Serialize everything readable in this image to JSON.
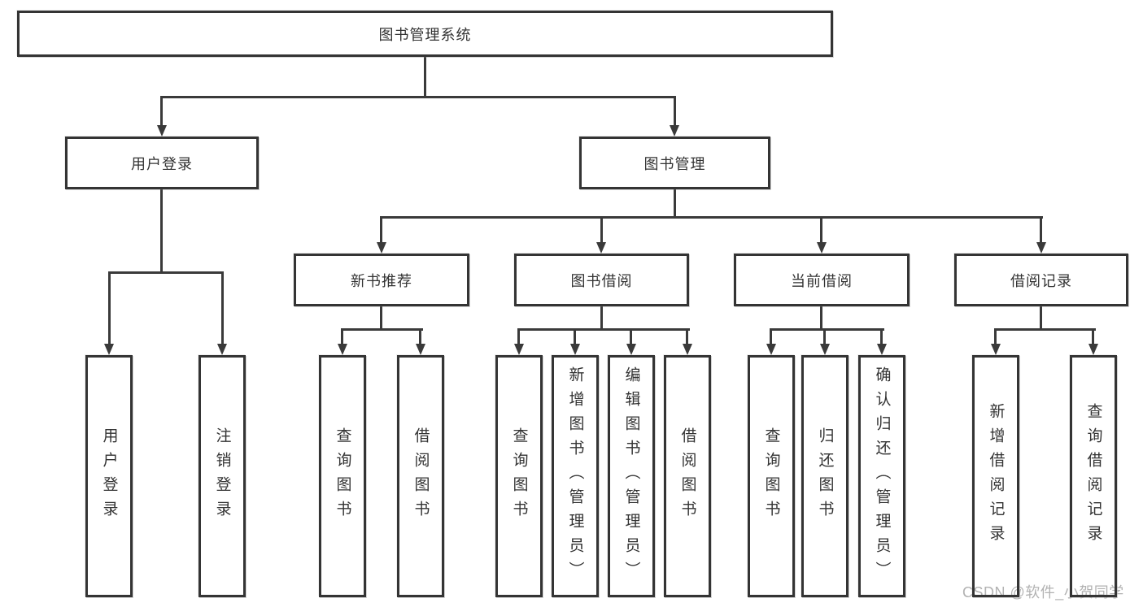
{
  "tree": {
    "root": {
      "label": "图书管理系统"
    },
    "level2": [
      {
        "label": "用户登录",
        "children": [
          {
            "label": "用户登录"
          },
          {
            "label": "注销登录"
          }
        ]
      },
      {
        "label": "图书管理",
        "children": [
          {
            "label": "新书推荐",
            "children": [
              {
                "label": "查询图书"
              },
              {
                "label": "借阅图书"
              }
            ]
          },
          {
            "label": "图书借阅",
            "children": [
              {
                "label": "查询图书"
              },
              {
                "label": "新增图书（管理员）"
              },
              {
                "label": "编辑图书（管理员）"
              },
              {
                "label": "借阅图书"
              }
            ]
          },
          {
            "label": "当前借阅",
            "children": [
              {
                "label": "查询图书"
              },
              {
                "label": "归还图书"
              },
              {
                "label": "确认归还（管理员）"
              }
            ]
          },
          {
            "label": "借阅记录",
            "children": [
              {
                "label": "新增借阅记录"
              },
              {
                "label": "查询借阅记录"
              }
            ]
          }
        ]
      }
    ]
  },
  "watermark": {
    "text": "CSDN @软件_小贺同学"
  },
  "colors": {
    "line": "#3a3a3a",
    "box_border": "#343434",
    "text": "#333333",
    "background": "#ffffff",
    "watermark": "#b2b2b2"
  }
}
